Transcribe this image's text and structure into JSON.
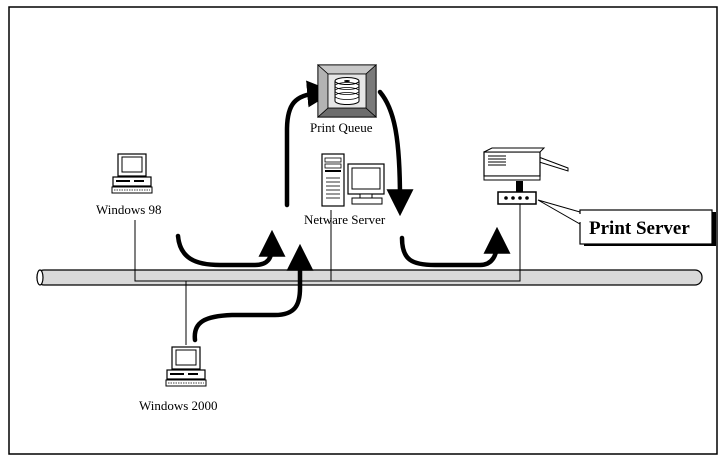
{
  "diagram": {
    "nodes": {
      "windows98": {
        "label": "Windows 98",
        "icon": "desktop-computer-icon"
      },
      "windows2000": {
        "label": "Windows 2000",
        "icon": "desktop-computer-icon"
      },
      "print_queue": {
        "label": "Print Queue",
        "icon": "print-queue-icon"
      },
      "netware_server": {
        "label": "Netware Server",
        "icon": "server-tower-icon"
      },
      "printer": {
        "icon": "printer-icon"
      },
      "print_server": {
        "label": "Print Server",
        "icon": "print-server-box-icon"
      }
    },
    "network": {
      "type": "network-bus-cable"
    },
    "flow": [
      "Windows 98",
      "Windows 2000",
      "Netware Server",
      "Print Queue",
      "Print Server"
    ],
    "colors": {
      "line": "#000000",
      "cable_fill": "#d9d9d9",
      "queue_box": "#9a9a9a",
      "background": "#ffffff"
    }
  }
}
